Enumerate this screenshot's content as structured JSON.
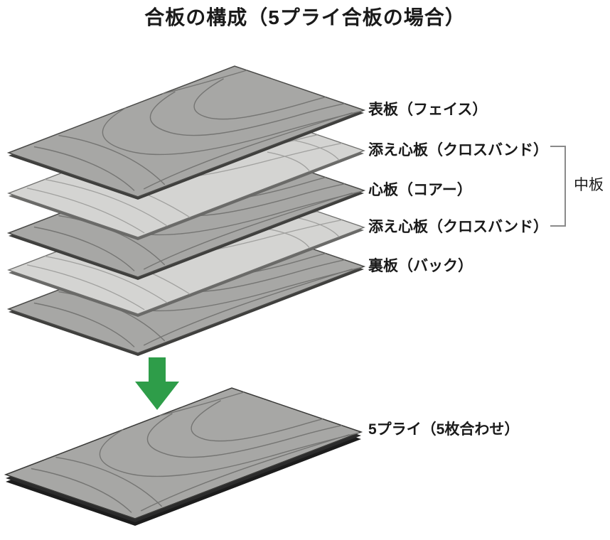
{
  "title": "合板の構成（5プライ合板の場合）",
  "diagram": {
    "layers": [
      {
        "name": "face",
        "label": "表板（フェイス）",
        "tone": "dark"
      },
      {
        "name": "crossband-upper",
        "label": "添え心板（クロスバンド）",
        "tone": "light"
      },
      {
        "name": "core",
        "label": "心板（コアー）",
        "tone": "dark"
      },
      {
        "name": "crossband-lower",
        "label": "添え心板（クロスバンド）",
        "tone": "light"
      },
      {
        "name": "back",
        "label": "裏板（バック）",
        "tone": "dark"
      }
    ],
    "group_label": "中板",
    "result_label": "5プライ（5枚合わせ）",
    "icons": {
      "down_arrow": "down-arrow-icon"
    },
    "colors": {
      "veneer_dark": "#a7a7a5",
      "veneer_dark_grain": "#757573",
      "veneer_light": "#d4d4d2",
      "veneer_light_grain": "#a0a09e",
      "sheet_edge_dark": "#3f3f3d",
      "sheet_edge_light": "#6a6a68",
      "result_edge": "#1c1c1c",
      "arrow_green": "#2e9d49",
      "bracket_gray": "#8a8a8a",
      "text": "#1a1a1a"
    }
  }
}
